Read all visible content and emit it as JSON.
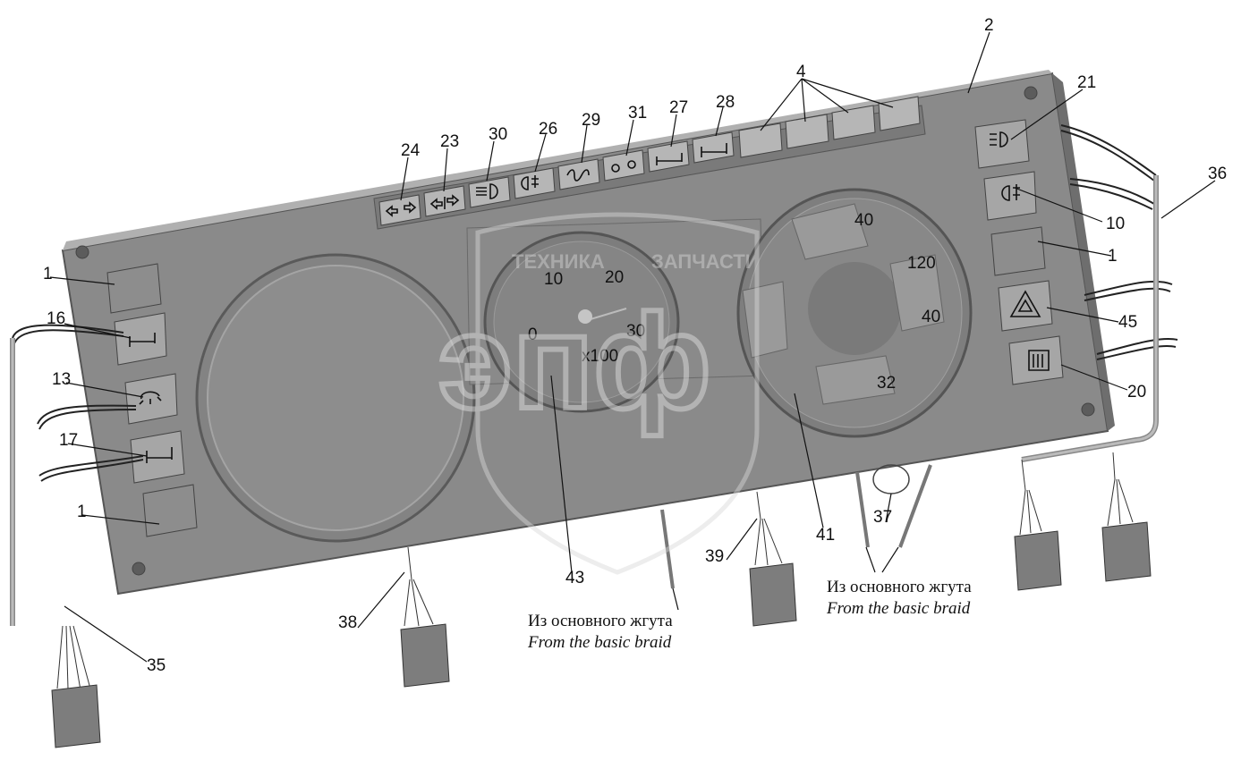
{
  "callouts": {
    "c1a": "1",
    "c1b": "1",
    "c1c": "1",
    "c2": "2",
    "c4": "4",
    "c10": "10",
    "c13": "13",
    "c16": "16",
    "c17": "17",
    "c20": "20",
    "c21": "21",
    "c23": "23",
    "c24": "24",
    "c26": "26",
    "c27": "27",
    "c28": "28",
    "c29": "29",
    "c30": "30",
    "c31": "31",
    "c35": "35",
    "c36": "36",
    "c37": "37",
    "c38": "38",
    "c39": "39",
    "c41": "41",
    "c43": "43",
    "c45": "45"
  },
  "captions": {
    "left_ru": "Из основного жгута",
    "left_en": "From the basic braid",
    "right_ru": "Из основного жгута",
    "right_en": "From the basic braid"
  },
  "gauge": {
    "speed_ticks": [
      "0",
      "10",
      "20",
      "30"
    ],
    "speed_unit": "x100",
    "temp_mark": "120",
    "fuel_mark": "40",
    "oil_mark": "40",
    "volt_mark": "32"
  },
  "watermark": {
    "left": "ТЕХНИКА",
    "right": "ЗАПЧАСТИ",
    "logo": "эпф"
  },
  "colors": {
    "panel": "#8e8e8e",
    "panel_edge": "#6a6a6a",
    "indicator": "#b8b8b8",
    "line": "#111111"
  }
}
